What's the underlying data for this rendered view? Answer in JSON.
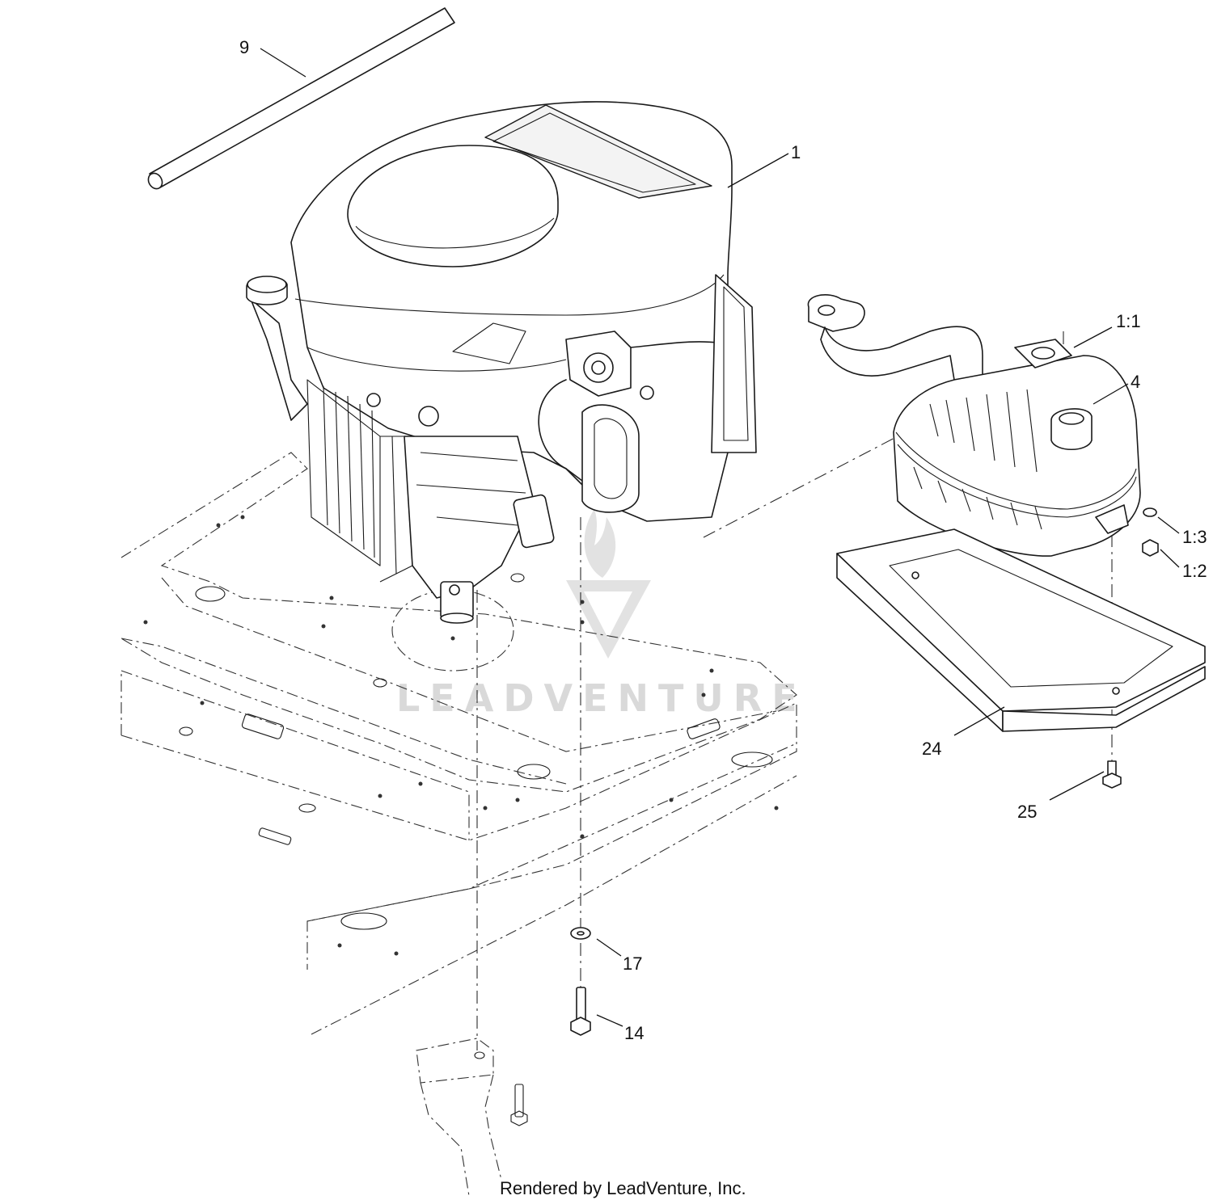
{
  "callouts": [
    {
      "id": "9",
      "label": "9"
    },
    {
      "id": "1",
      "label": "1"
    },
    {
      "id": "1-1",
      "label": "1:1"
    },
    {
      "id": "4",
      "label": "4"
    },
    {
      "id": "1-3",
      "label": "1:3"
    },
    {
      "id": "1-2",
      "label": "1:2"
    },
    {
      "id": "24",
      "label": "24"
    },
    {
      "id": "25",
      "label": "25"
    },
    {
      "id": "17",
      "label": "17"
    },
    {
      "id": "14",
      "label": "14"
    }
  ],
  "watermark": {
    "text": "LEADVENTURE"
  },
  "footer": {
    "text": "Rendered by LeadVenture, Inc."
  }
}
